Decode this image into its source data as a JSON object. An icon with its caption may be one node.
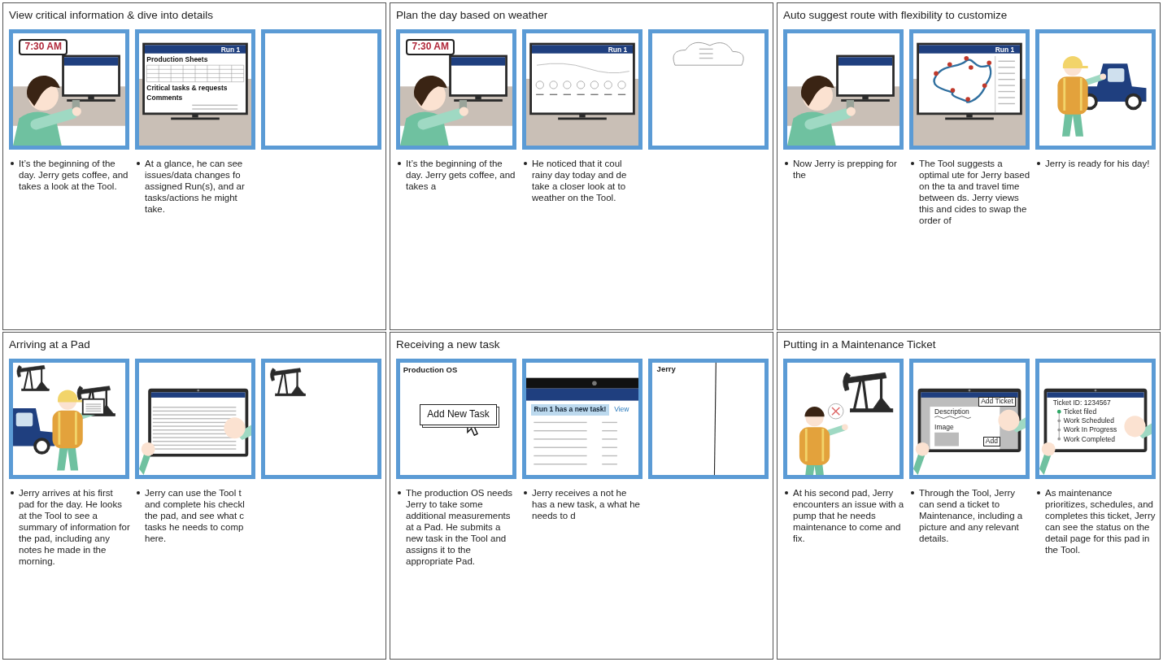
{
  "diagram": {
    "nodes": [
      {
        "text": [
          "View critical information & dive into details"
        ]
      },
      {
        "text": [
          "7:30 AM"
        ],
        "in": 0,
        "beside": [
          "It’s the beginning of the day. Jerry gets coffee, and takes a look at the Tool."
        ]
      },
      {
        "text": [
          "Run 1",
          "Production Sheets",
          "Critical tasks & requests",
          "Comments"
        ],
        "in": 0,
        "beside": [
          "At a glance, he can see issues/data changes fo assigned Run(s), and ar tasks/actions he might take."
        ]
      },
      {
        "text": [],
        "shape": "box",
        "in": 0
      },
      {
        "text": [
          "Plan the day based on weather"
        ]
      },
      {
        "text": [
          "7:30 AM"
        ],
        "in": 4,
        "beside": [
          "It’s the beginning of the day. Jerry gets coffee, and takes a"
        ]
      },
      {
        "text": [
          "Run 1"
        ],
        "in": 4,
        "beside": [
          "He noticed that it coul rainy day today and de take a closer look at to weather on the Tool."
        ]
      },
      {
        "text": [],
        "shape": "picture",
        "in": 4
      },
      {
        "text": [
          "Auto suggest route with flexibility to customize"
        ]
      },
      {
        "text": [],
        "shape": "picture",
        "in": 8,
        "beside": [
          "Now Jerry is prepping for the"
        ]
      },
      {
        "text": [
          "Run 1"
        ],
        "in": 8,
        "beside": [
          "The Tool suggests a optimal ute for Jerry based on the ta and travel time between ds. Jerry views this and cides to swap the order of"
        ]
      },
      {
        "text": [],
        "shape": "picture",
        "in": 8,
        "beside": [
          "Jerry is ready for his day!"
        ]
      },
      {
        "text": [
          "Arriving at a Pad"
        ]
      },
      {
        "text": [],
        "shape": "picture",
        "in": 12,
        "beside": [
          "Jerry arrives at his first pad for the day. He looks at the Tool to see a summary of information for the pad, including any notes he made in the morning."
        ]
      },
      {
        "text": [],
        "shape": "picture",
        "in": 12,
        "beside": [
          "Jerry can use the Tool t and complete his checkl the pad, and see what c tasks he needs to comp here."
        ]
      },
      {
        "text": [],
        "shape": "picture",
        "in": 12
      },
      {
        "text": [
          "Receiving a new task"
        ]
      },
      {
        "text": [
          "Production OS",
          "Add New Task"
        ],
        "in": 16,
        "beside": [
          "The production OS needs Jerry to take some additional measurements at a Pad. He submits a new task in the Tool and assigns it to the appropriate Pad."
        ]
      },
      {
        "text": [
          "Run 1 has a new task!",
          "View"
        ],
        "in": 16,
        "beside": [
          "Jerry receives a not he has a new task, a what he needs to d"
        ]
      },
      {
        "text": [
          "Jerry"
        ],
        "in": 16
      },
      {
        "text": [
          "Putting in a Maintenance Ticket"
        ]
      },
      {
        "text": [],
        "shape": "picture",
        "in": 20,
        "beside": [
          "At his second pad, Jerry encounters an issue with a pump that he needs maintenance to come and fix."
        ]
      },
      {
        "text": [
          "Add Ticket",
          "Description",
          "Image",
          "Add"
        ],
        "in": 20,
        "beside": [
          "Through the Tool, Jerry can send a ticket to Maintenance, including a picture and any relevant details."
        ]
      },
      {
        "text": [
          "Ticket ID: 1234567",
          "Ticket filed",
          "Work Scheduled",
          "Work In Progress",
          "Work Completed"
        ],
        "in": 20,
        "beside": [
          "As maintenance prioritizes, schedules, and completes this ticket, Jerry can see the status on the detail page for this pad in the Tool."
        ]
      }
    ]
  }
}
